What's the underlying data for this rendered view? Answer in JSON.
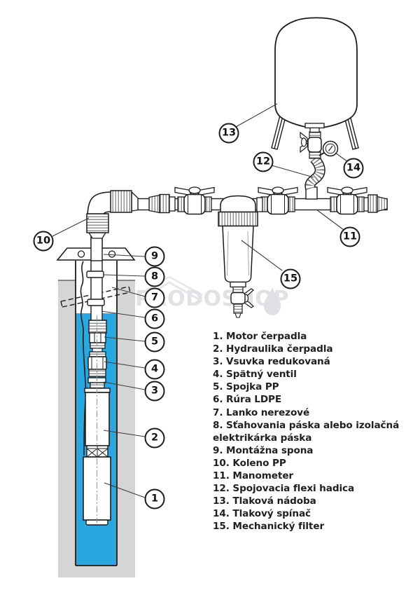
{
  "watermark": {
    "text": "PRODOSHOP"
  },
  "callouts": [
    "1",
    "2",
    "3",
    "4",
    "5",
    "6",
    "7",
    "8",
    "9",
    "10",
    "11",
    "12",
    "13",
    "14",
    "15"
  ],
  "legend": {
    "items": [
      "1. Motor čerpadla",
      "2. Hydraulika čerpadla",
      "3. Vsuvka redukovaná",
      "4. Spätný ventil",
      "5. Spojka PP",
      "6. Rúra LDPE",
      "7. Lanko nerezové",
      "8. Sťahovania páska alebo izolačná elektrikárka páska",
      "9. Montážna spona",
      "10. Koleno PP",
      "11. Manometer",
      "12. Spojovacia flexi hadica",
      "13. Tlaková nádoba",
      "14. Tlakový spínač",
      "15. Mechanický filter"
    ]
  },
  "colors": {
    "water": "#29a7e0",
    "soil": "#d5d5d5",
    "line": "#1c1c1c"
  }
}
